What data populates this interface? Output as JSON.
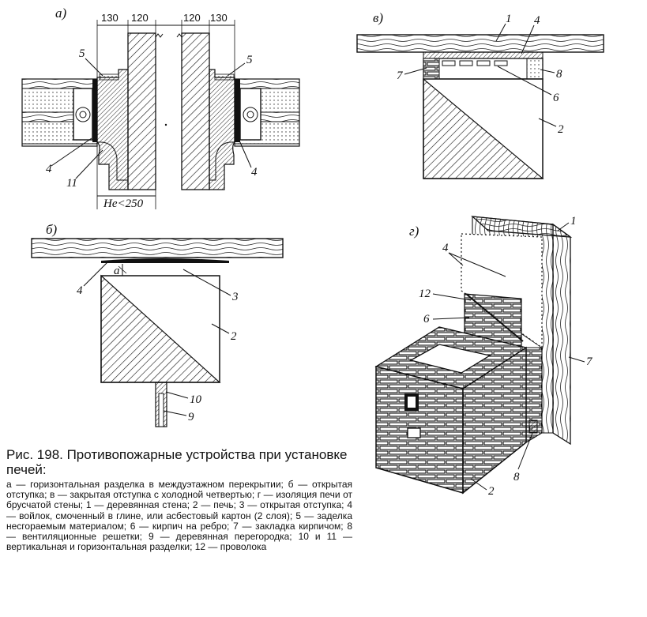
{
  "figure": {
    "caption_title": "Рис. 198. Противопожарные устройства при установке печей:",
    "caption_text": "а — горизонтальная разделка в междуэтажном перекрытии; б — открытая отступка; в — закрытая отступка с холодной четвертью; г — изоляция печи от брусчатой стены; 1 — деревянная стена; 2 — печь; 3 — открытая отступка; 4 — войлок, смоченный в глине, или асбестовый картон (2 слоя); 5 — заделка несгораемым материалом; 6 — кирпич на ребро; 7 — закладка кирпичом; 8 — вентиляционные решетки; 9 — деревянная перегородка; 10 и 11 — вертикальная и горизонтальная разделки; 12 — проволока"
  },
  "panel_a": {
    "letter": "а)",
    "dims": [
      "130",
      "120",
      "120",
      "130"
    ],
    "dim_bottom": "Не<250",
    "labels": {
      "n5_left": "5",
      "n5_right": "5",
      "n4_left": "4",
      "n11": "11",
      "n4_right": "4"
    }
  },
  "panel_v": {
    "letter": "в)",
    "labels": {
      "n1": "1",
      "n4": "4",
      "n7": "7",
      "n8": "8",
      "n6": "6",
      "n2": "2"
    }
  },
  "panel_b": {
    "letter": "б)",
    "labels": {
      "n4": "4",
      "a": "а",
      "n3": "3",
      "n2": "2",
      "n10": "10",
      "n9": "9"
    }
  },
  "panel_g": {
    "letter": "г)",
    "labels": {
      "n1": "1",
      "n4": "4",
      "n12": "12",
      "n6": "6",
      "n7": "7",
      "n8": "8",
      "n2": "2"
    }
  }
}
